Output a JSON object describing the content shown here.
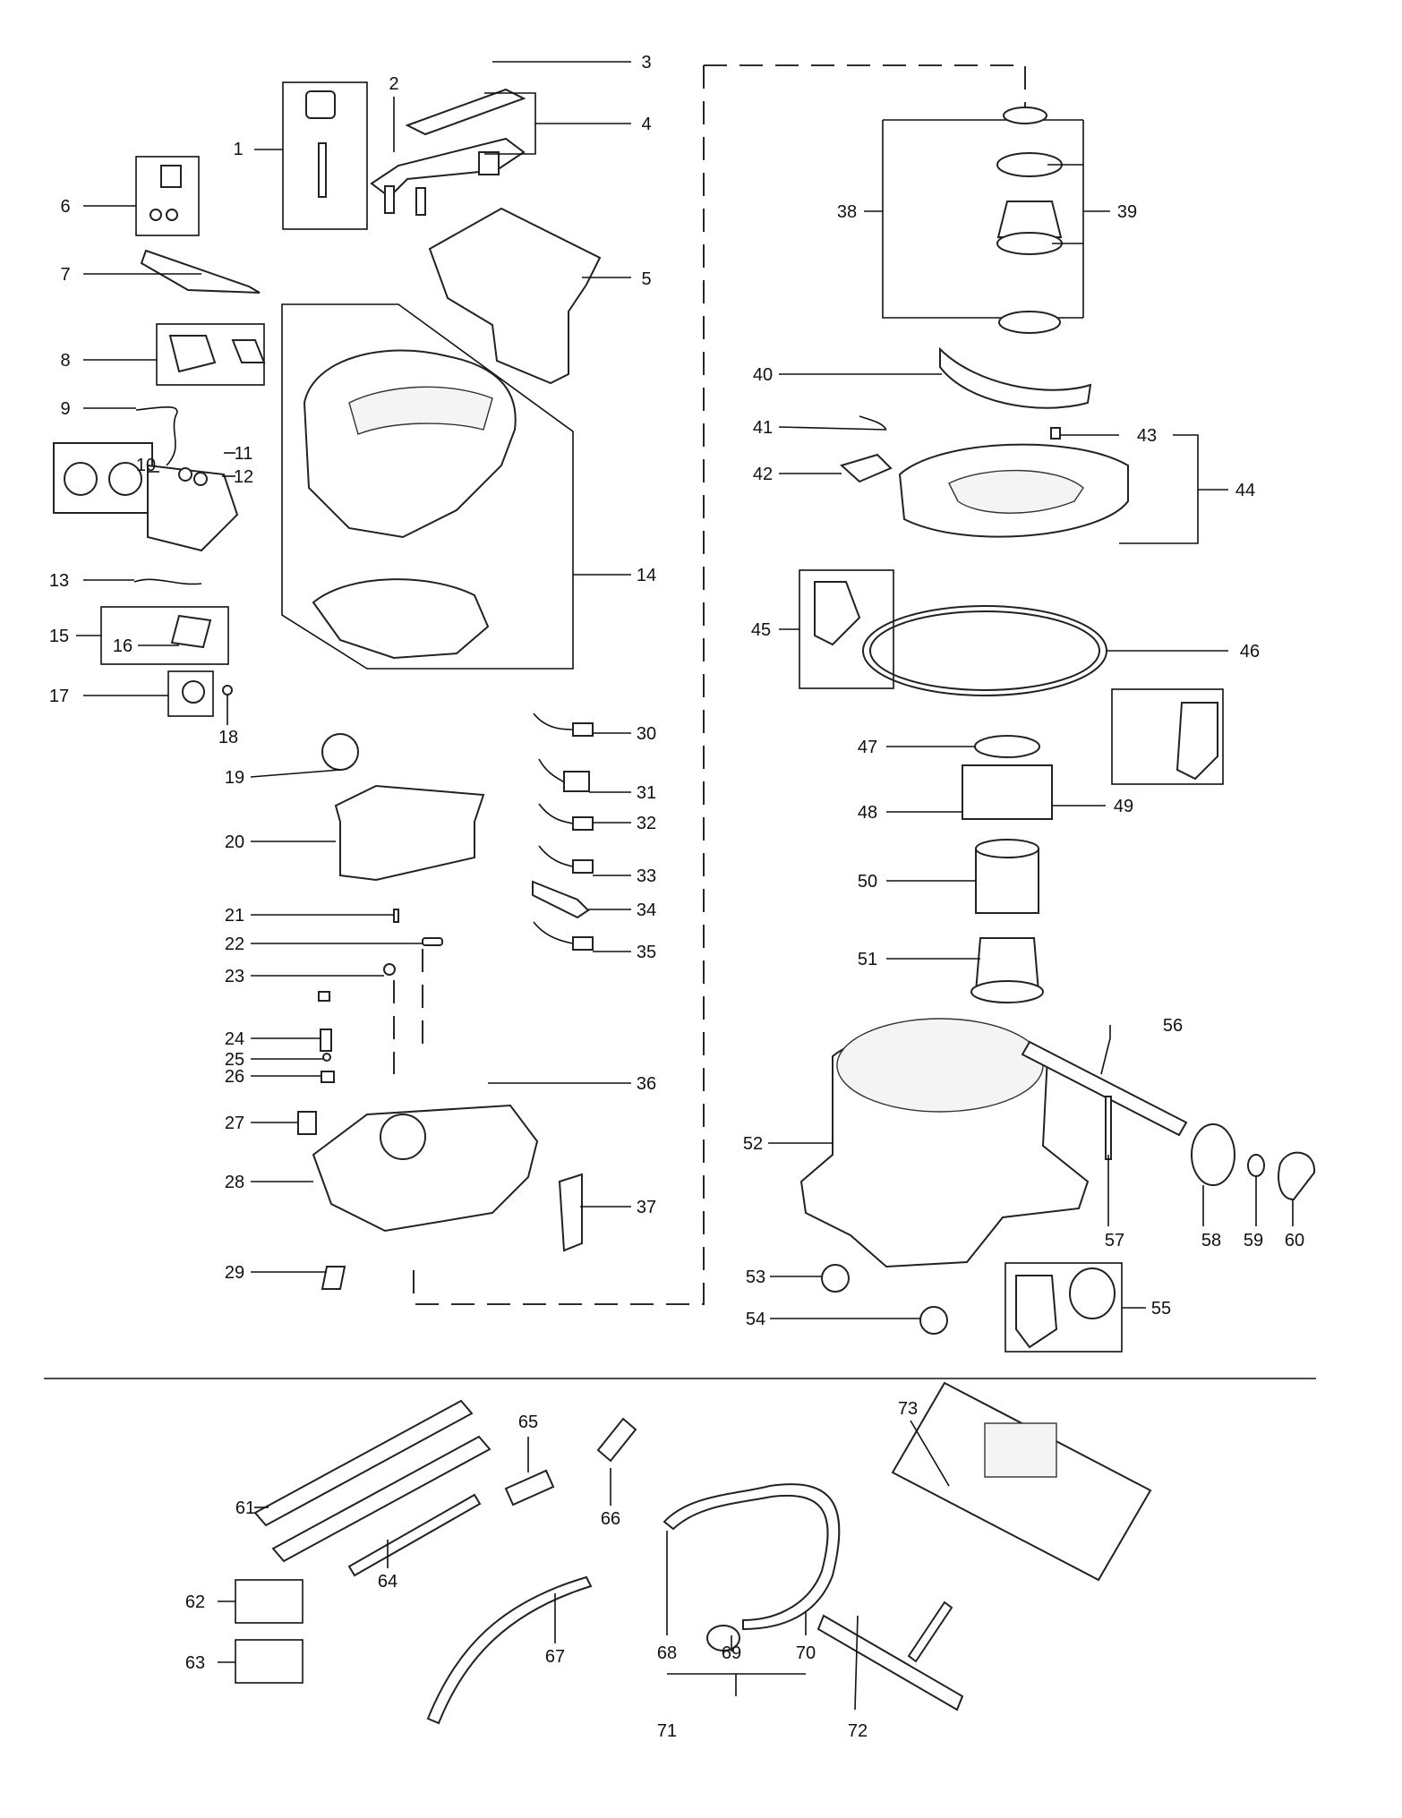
{
  "callouts": [
    "1",
    "2",
    "3",
    "4",
    "5",
    "6",
    "7",
    "8",
    "9",
    "10",
    "11",
    "12",
    "13",
    "14",
    "15",
    "16",
    "17",
    "18",
    "19",
    "20",
    "21",
    "22",
    "23",
    "24",
    "25",
    "26",
    "27",
    "28",
    "29",
    "30",
    "31",
    "32",
    "33",
    "34",
    "35",
    "36",
    "37",
    "38",
    "39",
    "40",
    "41",
    "42",
    "43",
    "44",
    "45",
    "46",
    "47",
    "48",
    "49",
    "50",
    "51",
    "52",
    "53",
    "54",
    "55",
    "56",
    "57",
    "58",
    "59",
    "60",
    "61",
    "62",
    "63",
    "64",
    "65",
    "66",
    "67",
    "68",
    "69",
    "70",
    "71",
    "72",
    "73"
  ],
  "colors": {
    "line": "#111111",
    "part_stroke": "#222222",
    "part_fill": "#ffffff"
  }
}
